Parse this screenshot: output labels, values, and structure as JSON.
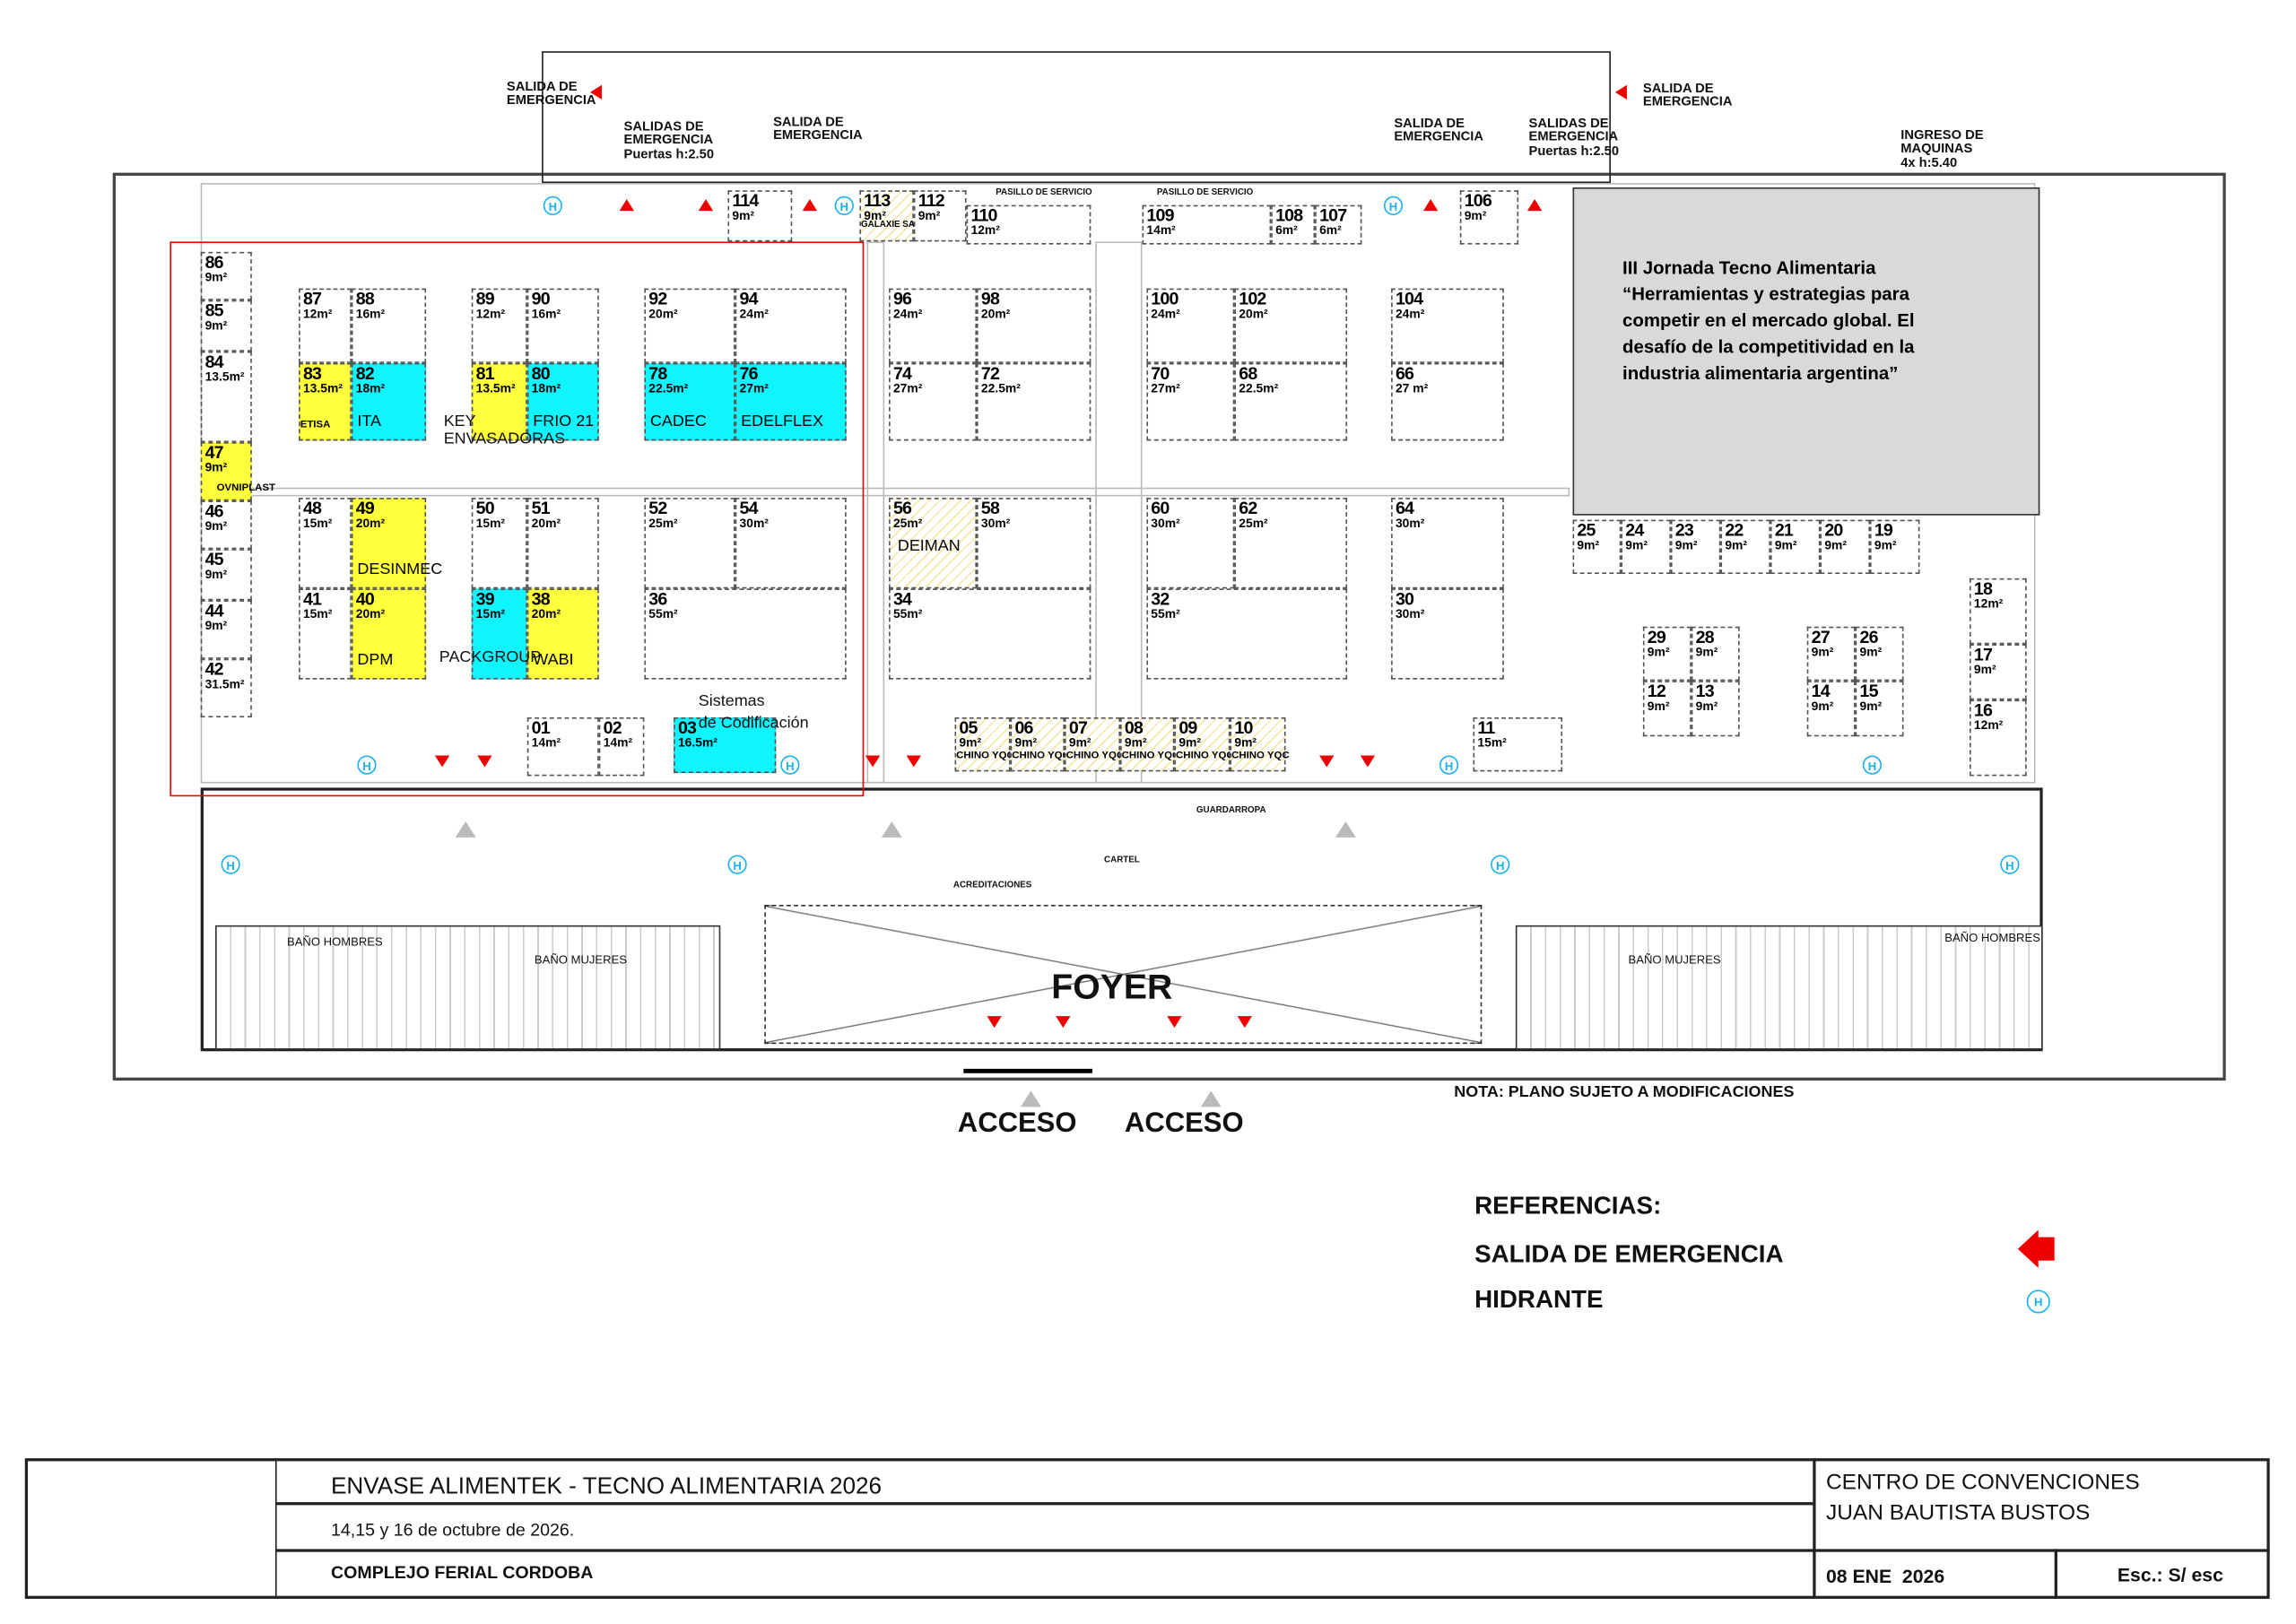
{
  "event_box": {
    "text": "III Jornada Tecno Alimentaria\n“Herramientas y estrategias para\ncompetir en el mercado global. El\ndesafío de la competitividad en la\nindustria alimentaria argentina”"
  },
  "booths": [
    {
      "num": "86",
      "area": "9m²"
    },
    {
      "num": "85",
      "area": "9m²"
    },
    {
      "num": "84",
      "area": "13.5m²"
    },
    {
      "num": "47",
      "area": "9m²",
      "exhibitor": "OVNIPLAST",
      "color": "yellow"
    },
    {
      "num": "46",
      "area": "9m²"
    },
    {
      "num": "45",
      "area": "9m²"
    },
    {
      "num": "44",
      "area": "9m²"
    },
    {
      "num": "42",
      "area": "31.5m²"
    },
    {
      "num": "87",
      "area": "12m²"
    },
    {
      "num": "88",
      "area": "16m²"
    },
    {
      "num": "83",
      "area": "13.5m²",
      "exhibitor": "ETISA",
      "color": "yellow"
    },
    {
      "num": "82",
      "area": "18m²",
      "exhibitor": "ITA",
      "color": "cyan"
    },
    {
      "num": "89",
      "area": "12m²"
    },
    {
      "num": "90",
      "area": "16m²"
    },
    {
      "num": "81",
      "area": "13.5m²",
      "color": "yellow"
    },
    {
      "num": "80",
      "area": "18m²",
      "exhibitor": "FRIO 21",
      "color": "cyan"
    },
    {
      "num": "92",
      "area": "20m²"
    },
    {
      "num": "94",
      "area": "24m²"
    },
    {
      "num": "78",
      "area": "22.5m²",
      "exhibitor": "CADEC",
      "color": "cyan"
    },
    {
      "num": "76",
      "area": "27m²",
      "exhibitor": "EDELFLEX",
      "color": "cyan"
    },
    {
      "num": "48",
      "area": "15m²"
    },
    {
      "num": "49",
      "area": "20m²",
      "exhibitor": "DESINMEC",
      "color": "yellow"
    },
    {
      "num": "41",
      "area": "15m²"
    },
    {
      "num": "40",
      "area": "20m²",
      "exhibitor": "DPM",
      "color": "yellow"
    },
    {
      "num": "50",
      "area": "15m²"
    },
    {
      "num": "51",
      "area": "20m²"
    },
    {
      "num": "39",
      "area": "15m²",
      "color": "cyan"
    },
    {
      "num": "38",
      "area": "20m²",
      "exhibitor": "WABI",
      "color": "yellow"
    },
    {
      "num": "52",
      "area": "25m²"
    },
    {
      "num": "54",
      "area": "30m²"
    },
    {
      "num": "36",
      "area": "55m²"
    },
    {
      "num": "01",
      "area": "14m²"
    },
    {
      "num": "02",
      "area": "14m²"
    },
    {
      "num": "03",
      "area": "16.5m²",
      "color": "cyan"
    },
    {
      "num": "96",
      "area": "24m²"
    },
    {
      "num": "98",
      "area": "20m²"
    },
    {
      "num": "74",
      "area": "27m²"
    },
    {
      "num": "72",
      "area": "22.5m²"
    },
    {
      "num": "56",
      "area": "25m²",
      "exhibitor": "DEIMAN",
      "color": "hatch"
    },
    {
      "num": "58",
      "area": "30m²"
    },
    {
      "num": "34",
      "area": "55m²"
    },
    {
      "num": "100",
      "area": "24m²"
    },
    {
      "num": "102",
      "area": "20m²"
    },
    {
      "num": "70",
      "area": "27m²"
    },
    {
      "num": "68",
      "area": "22.5m²"
    },
    {
      "num": "60",
      "area": "30m²"
    },
    {
      "num": "62",
      "area": "25m²"
    },
    {
      "num": "32",
      "area": "55m²"
    },
    {
      "num": "104",
      "area": "24m²"
    },
    {
      "num": "66",
      "area": "27 m²"
    },
    {
      "num": "64",
      "area": "30m²"
    },
    {
      "num": "30",
      "area": "30m²"
    },
    {
      "num": "05",
      "area": "9m²",
      "exhibitor": "CHINO YQC",
      "color": "hatch"
    },
    {
      "num": "06",
      "area": "9m²",
      "exhibitor": "CHINO YQC",
      "color": "hatch"
    },
    {
      "num": "07",
      "area": "9m²",
      "exhibitor": "CHINO YQC",
      "color": "hatch"
    },
    {
      "num": "08",
      "area": "9m²",
      "exhibitor": "CHINO YQC",
      "color": "hatch"
    },
    {
      "num": "09",
      "area": "9m²",
      "exhibitor": "CHINO YQC",
      "color": "hatch"
    },
    {
      "num": "10",
      "area": "9m²",
      "exhibitor": "CHINO YQC",
      "color": "hatch"
    },
    {
      "num": "11",
      "area": "15m²"
    },
    {
      "num": "114",
      "area": "9m²"
    },
    {
      "num": "113",
      "area": "9m²",
      "exhibitor": "GALAXIE SA",
      "color": "hatch"
    },
    {
      "num": "112",
      "area": "9m²"
    },
    {
      "num": "110",
      "area": "12m²"
    },
    {
      "num": "109",
      "area": "14m²"
    },
    {
      "num": "108",
      "area": "6m²"
    },
    {
      "num": "107",
      "area": "6m²"
    },
    {
      "num": "106",
      "area": "9m²"
    },
    {
      "num": "25",
      "area": "9m²"
    },
    {
      "num": "24",
      "area": "9m²"
    },
    {
      "num": "23",
      "area": "9m²"
    },
    {
      "num": "22",
      "area": "9m²"
    },
    {
      "num": "21",
      "area": "9m²"
    },
    {
      "num": "20",
      "area": "9m²"
    },
    {
      "num": "19",
      "area": "9m²"
    },
    {
      "num": "29",
      "area": "9m²"
    },
    {
      "num": "28",
      "area": "9m²"
    },
    {
      "num": "12",
      "area": "9m²"
    },
    {
      "num": "13",
      "area": "9m²"
    },
    {
      "num": "27",
      "area": "9m²"
    },
    {
      "num": "26",
      "area": "9m²"
    },
    {
      "num": "14",
      "area": "9m²"
    },
    {
      "num": "15",
      "area": "9m²"
    },
    {
      "num": "18",
      "area": "12m²"
    },
    {
      "num": "17",
      "area": "9m²"
    },
    {
      "num": "16",
      "area": "12m²"
    }
  ],
  "labels": {
    "key_envasadoras": "KEY\nENVASADORAS",
    "packgroup": "PACKGROUP",
    "sistemas": "Sistemas\nde Codificación",
    "salida_1": "SALIDA DE\nEMERGENCIA",
    "salidas_2": "SALIDAS DE\nEMERGENCIA\nPuertas h:2.50",
    "salida_3": "SALIDA DE\nEMERGENCIA",
    "salida_4": "SALIDA DE\nEMERGENCIA",
    "salidas_5": "SALIDAS DE\nEMERGENCIA\nPuertas h:2.50",
    "salida_6": "SALIDA DE\nEMERGENCIA",
    "ingreso": "INGRESO DE\nMAQUINAS\n4x h:5.40",
    "pasillo_1": "PASILLO DE SERVICIO",
    "pasillo_2": "PASILLO DE SERVICIO",
    "guardarropa": "GUARDARROPA",
    "acreditaciones": "ACREDITACIONES",
    "cartel": "CARTEL",
    "bano_hombres_1": "BAÑO HOMBRES",
    "bano_mujeres_1": "BAÑO MUJERES",
    "bano_mujeres_2": "BAÑO MUJERES",
    "bano_hombres_2": "BAÑO HOMBRES",
    "foyer": "FOYER",
    "acceso_1": "ACCESO",
    "acceso_2": "ACCESO",
    "nota": "NOTA: PLANO SUJETO A MODIFICACIONES"
  },
  "legend": {
    "title": "REFERENCIAS:",
    "emergency_exit": "SALIDA DE EMERGENCIA",
    "hydrant": "HIDRANTE",
    "hydrant_symbol": "H",
    "emergency_color": "#e00000",
    "hydrant_color": "#19b1ef"
  },
  "title_block": {
    "event": "ENVASE ALIMENTEK - TECNO ALIMENTARIA 2026",
    "dates": "14,15 y 16 de octubre de 2026.",
    "location": "COMPLEJO FERIAL CORDOBA",
    "venue": "CENTRO DE CONVENCIONES\nJUAN BAUTISTA BUSTOS",
    "date": "08 ENE  2026",
    "scale": "Esc.: S/ esc"
  },
  "colors": {
    "yellow": "#ffff3b",
    "cyan": "#0ff4ff",
    "highlight_frame": "#e00000",
    "event_box": "#d9d9d9"
  }
}
